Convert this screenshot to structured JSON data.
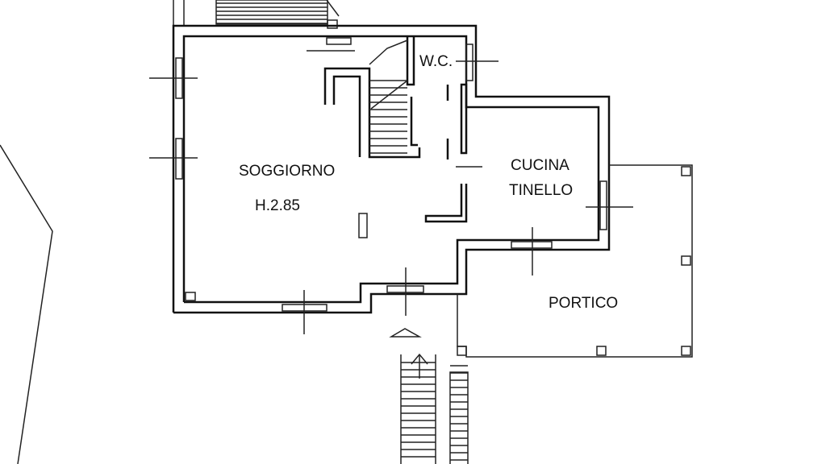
{
  "rooms": {
    "living": {
      "name": "SOGGIORNO",
      "height": "H.2.85"
    },
    "wc": {
      "name": "W.C."
    },
    "kitchen": {
      "line1": "CUCINA",
      "line2": "TINELLO"
    },
    "porch": {
      "name": "PORTICO"
    }
  },
  "colors": {
    "ink": "#111111",
    "paper": "#ffffff"
  }
}
